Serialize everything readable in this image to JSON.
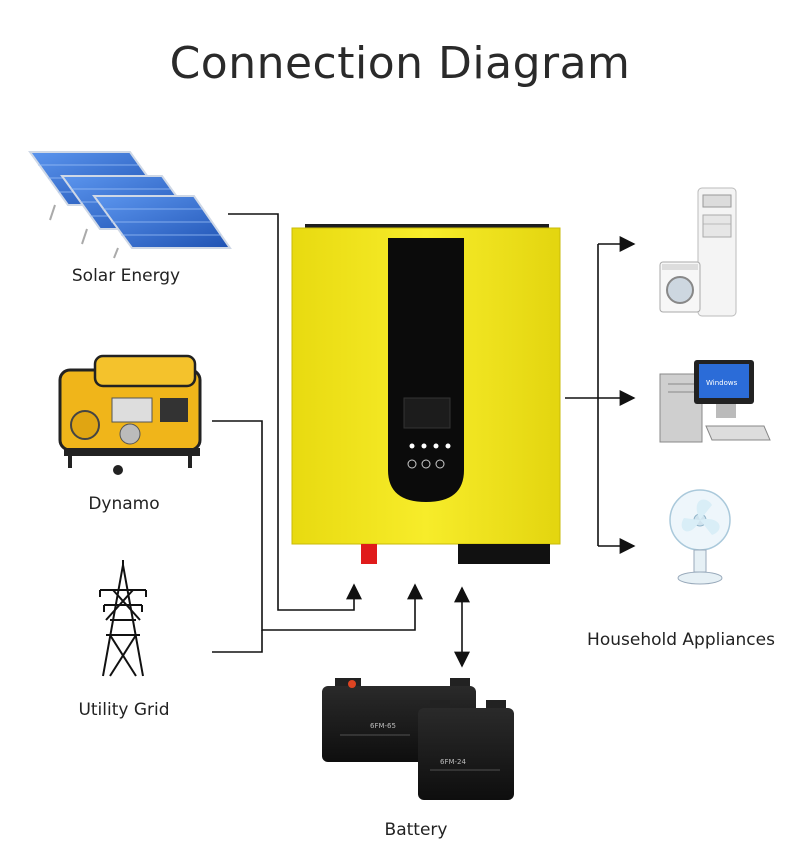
{
  "title": "Connection Diagram",
  "labels": {
    "solar": "Solar Energy",
    "dynamo": "Dynamo",
    "grid": "Utility Grid",
    "battery": "Battery",
    "appliances": "Household Appliances"
  },
  "battery_front": {
    "large": "6FM-65",
    "small": "6FM-24"
  },
  "desktop_screen": "Windows",
  "colors": {
    "inverter_body": "#f2e51b",
    "inverter_panel": "#0b0b0b",
    "line": "#111111",
    "solar_panel": "#2f6fd6",
    "generator_body": "#f0b51a",
    "battery": "#1a1a1a",
    "terminal_red": "#e01b1b"
  }
}
